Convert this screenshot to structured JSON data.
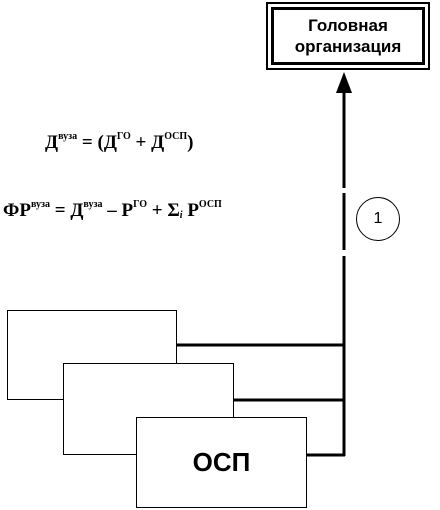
{
  "head_org": {
    "label": "Головная\nорганизация"
  },
  "osp": {
    "label": "ОСП"
  },
  "formula1": {
    "lhs": "Д",
    "lhs_sup": "вуза",
    "eq": " = (",
    "d1": "Д",
    "d1_sup": "ГО",
    "plus": " + ",
    "d2": "Д",
    "d2_sup": "ОСП",
    "close": ")"
  },
  "formula2": {
    "lhs": "ФР",
    "lhs_sup": "вуза",
    "eq": " = ",
    "d": "Д",
    "d_sup": "вуза",
    "minus": " – ",
    "r1": "Р",
    "r1_sup": "ГО",
    "plus": " + ",
    "sum": "Σ",
    "sum_sub": "i",
    "r2": " Р",
    "r2_sup": "ОСП"
  },
  "flow_marker": {
    "label": "1"
  }
}
